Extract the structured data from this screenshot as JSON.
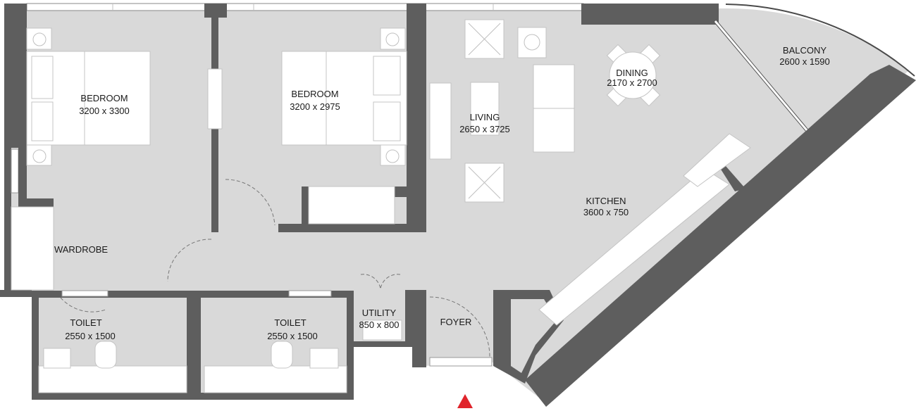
{
  "plan": {
    "rooms": [
      {
        "name": "BEDROOM",
        "size": "3200 x 3300"
      },
      {
        "name": "BEDROOM",
        "size": "3200 x 2975"
      },
      {
        "name": "LIVING",
        "size": "2650 x 3725"
      },
      {
        "name": "DINING",
        "size": "2170 x 2700"
      },
      {
        "name": "BALCONY",
        "size": "2600 x 1590"
      },
      {
        "name": "KITCHEN",
        "size": "3600 x 750"
      },
      {
        "name": "WARDROBE",
        "size": ""
      },
      {
        "name": "TOILET",
        "size": "2550 x 1500"
      },
      {
        "name": "TOILET",
        "size": "2550 x 1500"
      },
      {
        "name": "UTILITY",
        "size": "850 x 800"
      },
      {
        "name": "FOYER",
        "size": ""
      }
    ],
    "colors": {
      "wall": "#5e5e5e",
      "floor": "#d9d9d9",
      "entrance_marker": "#e0242b"
    }
  }
}
